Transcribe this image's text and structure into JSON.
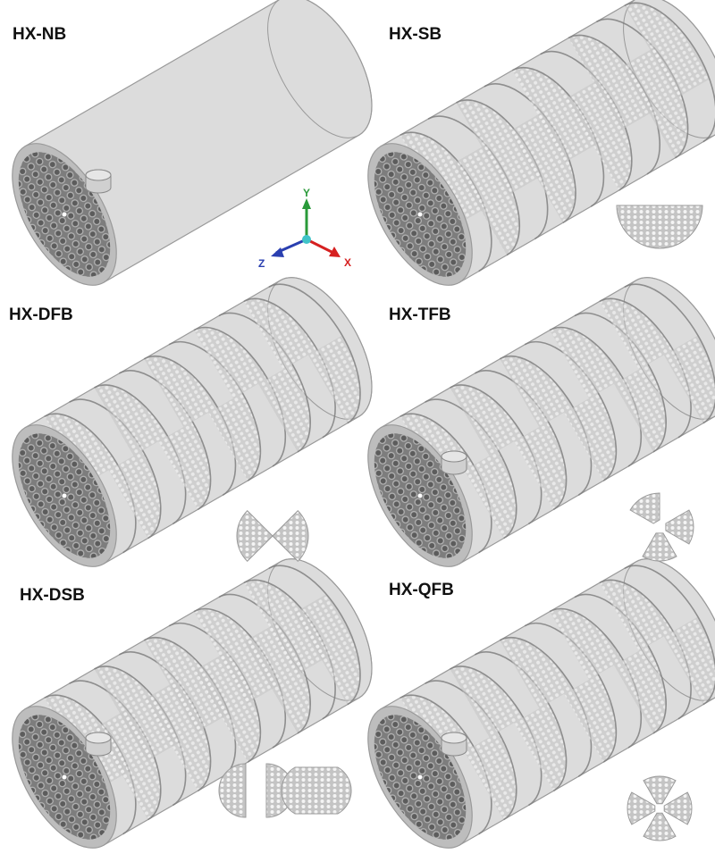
{
  "panels": [
    {
      "label": "HX-NB",
      "baffle": "none"
    },
    {
      "label": "HX-SB",
      "baffle": "segmental"
    },
    {
      "label": "HX-DFB",
      "baffle": "double-fan"
    },
    {
      "label": "HX-TFB",
      "baffle": "triple-fan"
    },
    {
      "label": "HX-DSB",
      "baffle": "double-segmental"
    },
    {
      "label": "HX-QFB",
      "baffle": "quad-fan"
    }
  ],
  "axes": {
    "x": "X",
    "y": "Y",
    "z": "Z"
  },
  "colors": {
    "shell": "#dcdcdc",
    "shell_edge": "#9a9a9a",
    "tubesheet": "#8c8c8c",
    "baffle": "#c8c8c8",
    "x_axis": "#d62020",
    "y_axis": "#2a9a3a",
    "z_axis": "#2a3fb0",
    "origin": "#3fc4c8"
  }
}
